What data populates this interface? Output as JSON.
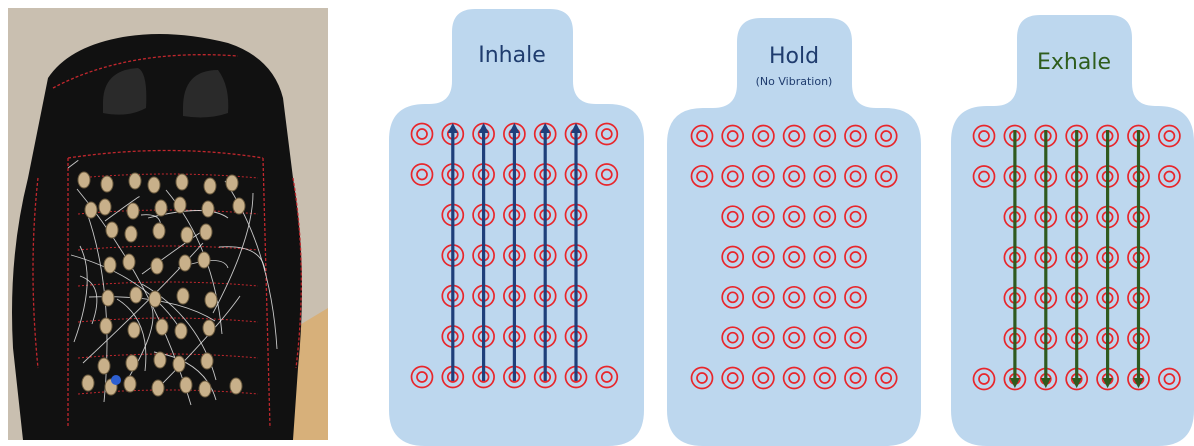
{
  "colors": {
    "panel_fill": "#bdd7ee",
    "ring_red": "#e8262b",
    "inhale_arrow": "#1f3f7a",
    "exhale_arrow": "#2f5a1e",
    "inhale_text": "#1f3c6e",
    "hold_text": "#1f3c6e",
    "exhale_text": "#2e5d1d",
    "seat_black": "#111111",
    "stitch_red": "#c1272d",
    "wall": "#c9bfb0",
    "wood": "#d7b07a"
  },
  "photo": {
    "subject": "car-seat-with-vibration-motors",
    "label": ""
  },
  "panels": [
    {
      "id": "inhale",
      "title": "Inhale",
      "subtitle": "",
      "arrow_direction": "up",
      "arrow_color_key": "inhale_arrow",
      "text_color_key": "inhale_text"
    },
    {
      "id": "hold",
      "title": "Hold",
      "subtitle": "(No Vibration)",
      "arrow_direction": "none",
      "arrow_color_key": "",
      "text_color_key": "hold_text"
    },
    {
      "id": "exhale",
      "title": "Exhale",
      "subtitle": "",
      "arrow_direction": "down",
      "arrow_color_key": "exhale_arrow",
      "text_color_key": "exhale_text"
    }
  ],
  "grid": {
    "rows": [
      7,
      7,
      5,
      5,
      5,
      5,
      7
    ],
    "arrow_columns": [
      1,
      2,
      3,
      4,
      5
    ]
  }
}
